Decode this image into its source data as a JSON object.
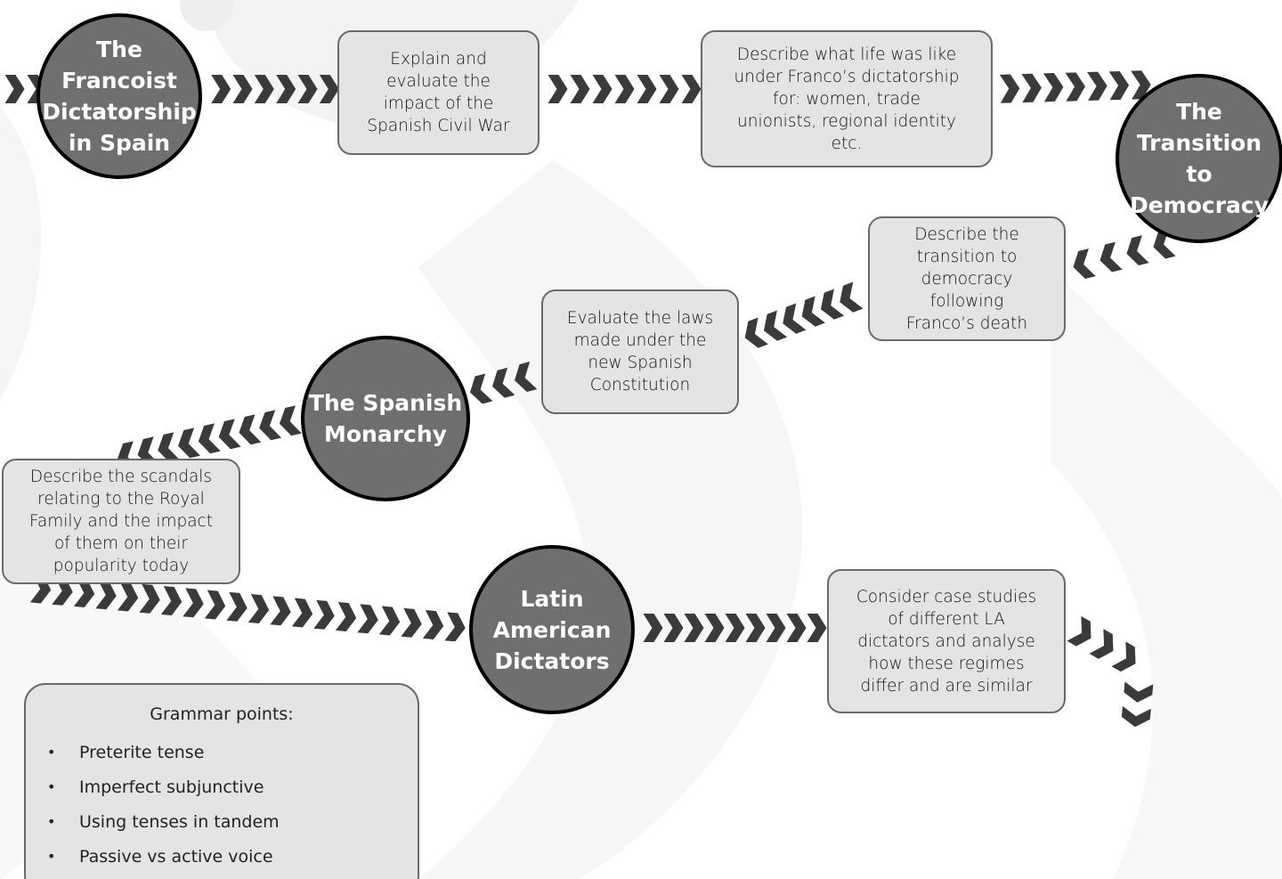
{
  "nodes": {
    "francoist": "The\nFrancoist\nDictatorship\nin Spain",
    "transition": "The\nTransition\nto\nDemocracy",
    "monarchy": "The Spanish\nMonarchy",
    "latin": "Latin\nAmerican\nDictators"
  },
  "boxes": {
    "civil_war": "Explain and\nevaluate the\nimpact of the\nSpanish Civil War",
    "life_under_franco": "Describe what life was like\nunder Franco’s dictatorship\nfor: women, trade\nunionists, regional identity\netc.",
    "transition_desc": "Describe the\ntransition to\ndemocracy\nfollowing\nFranco’s death",
    "constitution": "Evaluate the laws\nmade under the\nnew Spanish\nConstitution",
    "scandals": "Describe the scandals\nrelating to the Royal\nFamily and the impact\nof them on their\npopularity today",
    "case_studies": "Consider case studies\nof different LA\ndictators and analyse\nhow these regimes\ndiffer and are similar"
  },
  "grammar": {
    "title": "Grammar points:",
    "items": [
      "Preterite tense",
      "Imperfect subjunctive",
      "Using tenses in tandem",
      "Passive vs active voice"
    ],
    "bullet": "•"
  },
  "colors": {
    "node_fill": "#6f6f6f",
    "box_fill": "#e4e4e4",
    "chevron": "#3a3a3a"
  }
}
